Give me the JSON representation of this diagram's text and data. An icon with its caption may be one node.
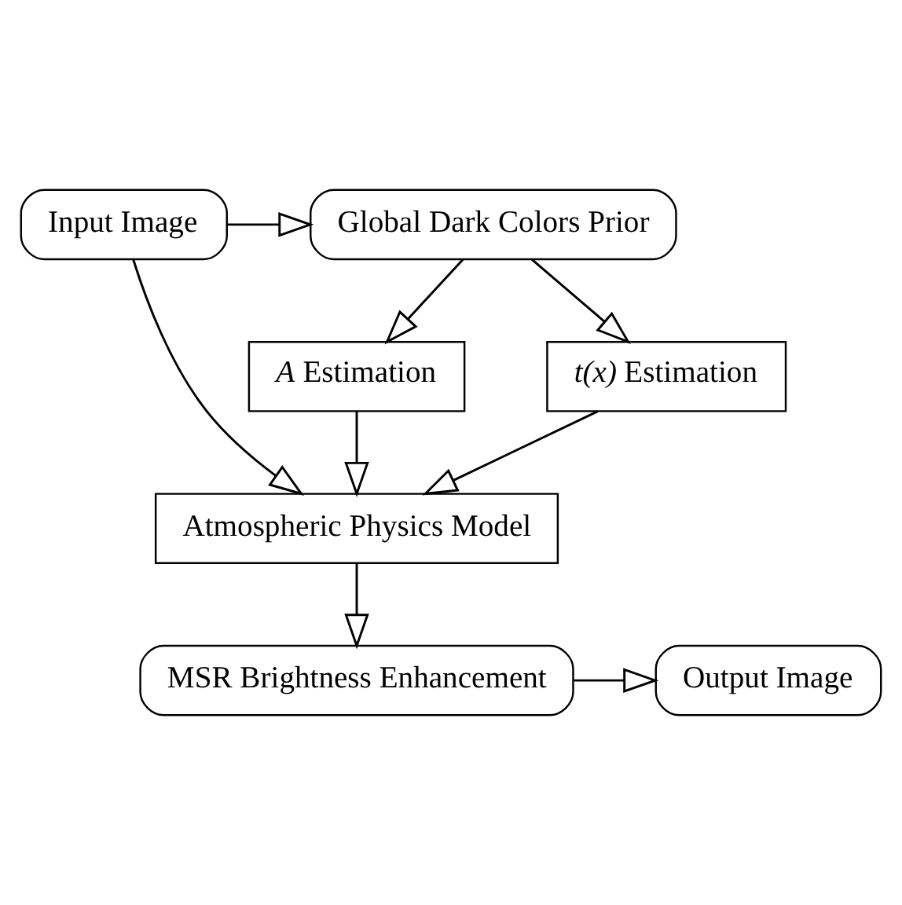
{
  "diagram": {
    "nodes": [
      {
        "text": [
          "Input Image"
        ]
      },
      {
        "text": [
          "Global Dark Colors Prior"
        ]
      },
      {
        "text": [
          "*A* Estimation"
        ]
      },
      {
        "text": [
          "*t(x)* Estimation"
        ]
      },
      {
        "text": [
          "Atmospheric Physics Model"
        ]
      },
      {
        "text": [
          "MSR Brightness Enhancement"
        ]
      },
      {
        "text": [
          "Output Image"
        ]
      }
    ],
    "edges": [
      {
        "from": 0,
        "to": 1,
        "arrow": "to"
      },
      {
        "from": 1,
        "to": 2,
        "arrow": "to"
      },
      {
        "from": 1,
        "to": 3,
        "arrow": "to"
      },
      {
        "from": 0,
        "to": 4,
        "arrow": "to"
      },
      {
        "from": 2,
        "to": 4,
        "arrow": "to"
      },
      {
        "from": 3,
        "to": 4,
        "arrow": "to"
      },
      {
        "from": 4,
        "to": 5,
        "arrow": "to"
      },
      {
        "from": 5,
        "to": 6,
        "arrow": "to"
      }
    ]
  }
}
